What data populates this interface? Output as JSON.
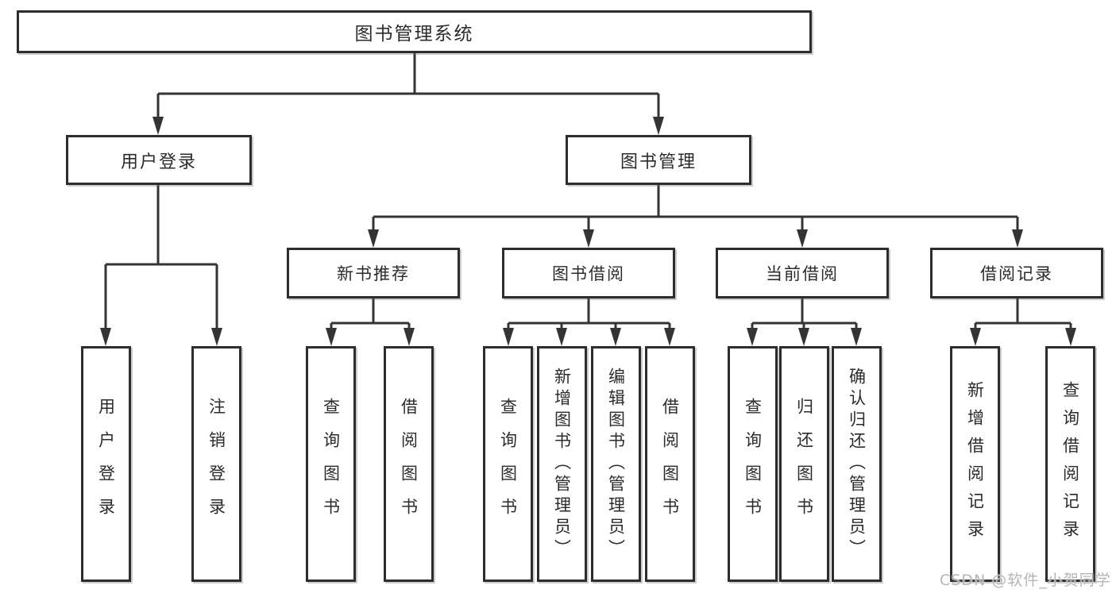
{
  "diagram": {
    "root": "图书管理系统",
    "level2": {
      "user_login": "用户登录",
      "book_management": "图书管理"
    },
    "level3": {
      "new_book_recommend": "新书推荐",
      "book_borrow": "图书借阅",
      "current_borrow": "当前借阅",
      "borrow_records": "借阅记录"
    },
    "leaves": {
      "user_login": "用户登录",
      "logout": "注销登录",
      "nb_query_books": "查询图书",
      "nb_borrow_books": "借阅图书",
      "bb_query_books": "查询图书",
      "bb_add_books": "新增图书（管理员）",
      "bb_edit_books": "编辑图书（管理员）",
      "bb_borrow_books": "借阅图书",
      "cb_query_books": "查询图书",
      "cb_return_books": "归还图书",
      "cb_confirm_return": "确认归还（管理员）",
      "br_add_record": "新增借阅记录",
      "br_query_record": "查询借阅记录"
    },
    "watermark": "CSDN @软件_小贺同学",
    "colors": {
      "line": "#343434",
      "box_border": "#2d2d2d",
      "text": "#2b2b2b",
      "watermark": "#b5b5b5",
      "background": "#ffffff"
    }
  }
}
